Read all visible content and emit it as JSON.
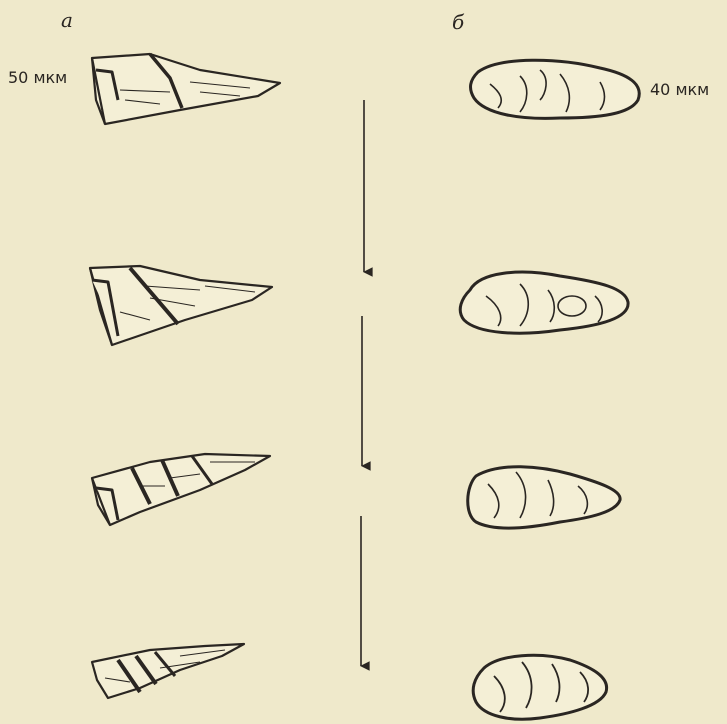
{
  "figure": {
    "panels": [
      {
        "id": "a",
        "label": "а",
        "scale_label": "50 мкм",
        "stage_count": 4
      },
      {
        "id": "b",
        "label": "б",
        "scale_label": "40 мкм",
        "stage_count": 4
      }
    ],
    "arrows": {
      "direction": "down",
      "count": 3
    },
    "colors": {
      "background": "#efe9cb",
      "ink": "#2a2622"
    }
  }
}
